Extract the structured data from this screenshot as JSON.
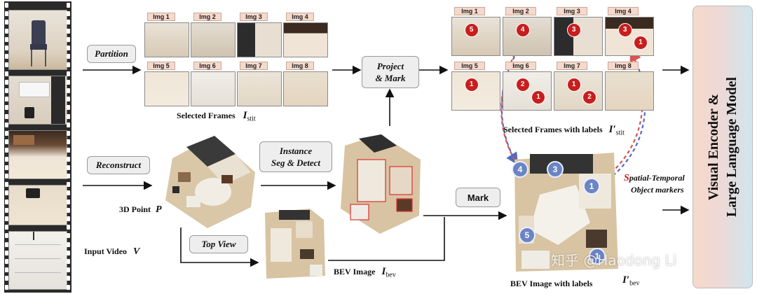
{
  "pipeline": {
    "partition": "Partition",
    "reconstruct": "Reconstruct",
    "project_mark_1": "Project",
    "project_mark_2": "& Mark",
    "instance_1": "Instance",
    "instance_2": "Seg & Detect",
    "top_view": "Top View",
    "mark": "Mark"
  },
  "labels": {
    "selected_frames": "Selected Frames",
    "selected_frames_sym": "I",
    "selected_frames_sub": "stit",
    "selected_with_labels": "Selected Frames with labels",
    "selected_with_labels_sym": "I′",
    "selected_with_labels_sub": "stit",
    "point_3d": "3D Point",
    "point_3d_sym": "P",
    "input_video": "Input Video",
    "input_video_sym": "V",
    "bev_image": "BEV Image",
    "bev_image_sym": "I",
    "bev_image_sub": "bev",
    "bev_with_labels": "BEV Image with labels",
    "bev_with_labels_sym": "I′",
    "bev_with_labels_sub": "bev",
    "markers_s": "S",
    "markers_rest1": "patial-Temporal",
    "markers_rest2": "Object markers",
    "vlm_line1": "Visual Encoder  &",
    "vlm_line2": "Large Language Model",
    "watermark": "知乎 @Haodong Li"
  },
  "frames": [
    "Img 1",
    "Img 2",
    "Img 3",
    "Img 4",
    "Img 5",
    "Img 6",
    "Img 7",
    "Img 8"
  ],
  "frame_markers": [
    {
      "frame": 0,
      "marks": [
        "5"
      ]
    },
    {
      "frame": 1,
      "marks": [
        "4"
      ]
    },
    {
      "frame": 2,
      "marks": [
        "3"
      ]
    },
    {
      "frame": 3,
      "marks": [
        "3",
        "1"
      ]
    },
    {
      "frame": 4,
      "marks": [
        "1"
      ]
    },
    {
      "frame": 5,
      "marks": [
        "2",
        "1"
      ]
    },
    {
      "frame": 6,
      "marks": [
        "1",
        "2"
      ]
    },
    {
      "frame": 7,
      "marks": []
    }
  ],
  "bev_markers": [
    "4",
    "3",
    "1",
    "5",
    "1"
  ],
  "colors": {
    "tag_bg": "#f4d9cc",
    "red_marker": "#c81e1e",
    "blue_marker": "#6b84c4",
    "arrow_red": "#d9534f",
    "arrow_blue": "#4f6bc4"
  }
}
